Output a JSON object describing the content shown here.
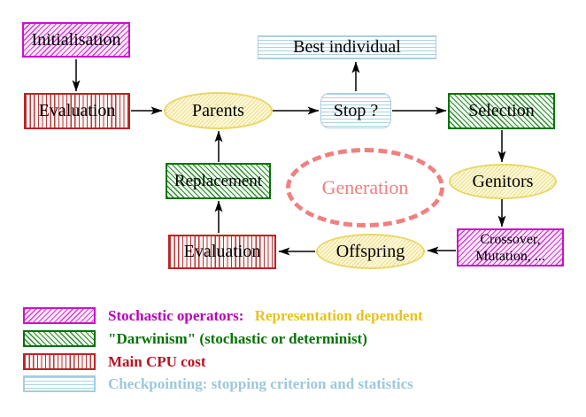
{
  "diagram": {
    "nodes": {
      "initialisation": {
        "label": "Initialisation"
      },
      "evaluation_top": {
        "label": "Evaluation"
      },
      "parents": {
        "label": "Parents"
      },
      "best_individual": {
        "label": "Best individual"
      },
      "stop": {
        "label": "Stop ?"
      },
      "selection": {
        "label": "Selection"
      },
      "genitors": {
        "label": "Genitors"
      },
      "crossover_mutation": {
        "line1": "Crossover,",
        "line2": "Mutation, ..."
      },
      "offspring": {
        "label": "Offspring"
      },
      "evaluation_bottom": {
        "label": "Evaluation"
      },
      "replacement": {
        "label": "Replacement"
      },
      "generation": {
        "label": "Generation"
      }
    },
    "colors": {
      "stochastic_magenta": "#c913c9",
      "darwinism_green": "#067306",
      "cpu_red": "#c12222",
      "checkpoint_cyan": "#a5cde0",
      "population_yellow": "#e9d765",
      "generation_salmon": "#f08080",
      "arrow_black": "#000000"
    }
  },
  "legend": {
    "items": [
      {
        "text1": "Stochastic operators:",
        "text2": "Representation dependent"
      },
      {
        "text1": "\"Darwinism\" (stochastic or determinist)"
      },
      {
        "text1": "Main CPU cost"
      },
      {
        "text1": "Checkpointing: stopping criterion and statistics"
      }
    ]
  }
}
